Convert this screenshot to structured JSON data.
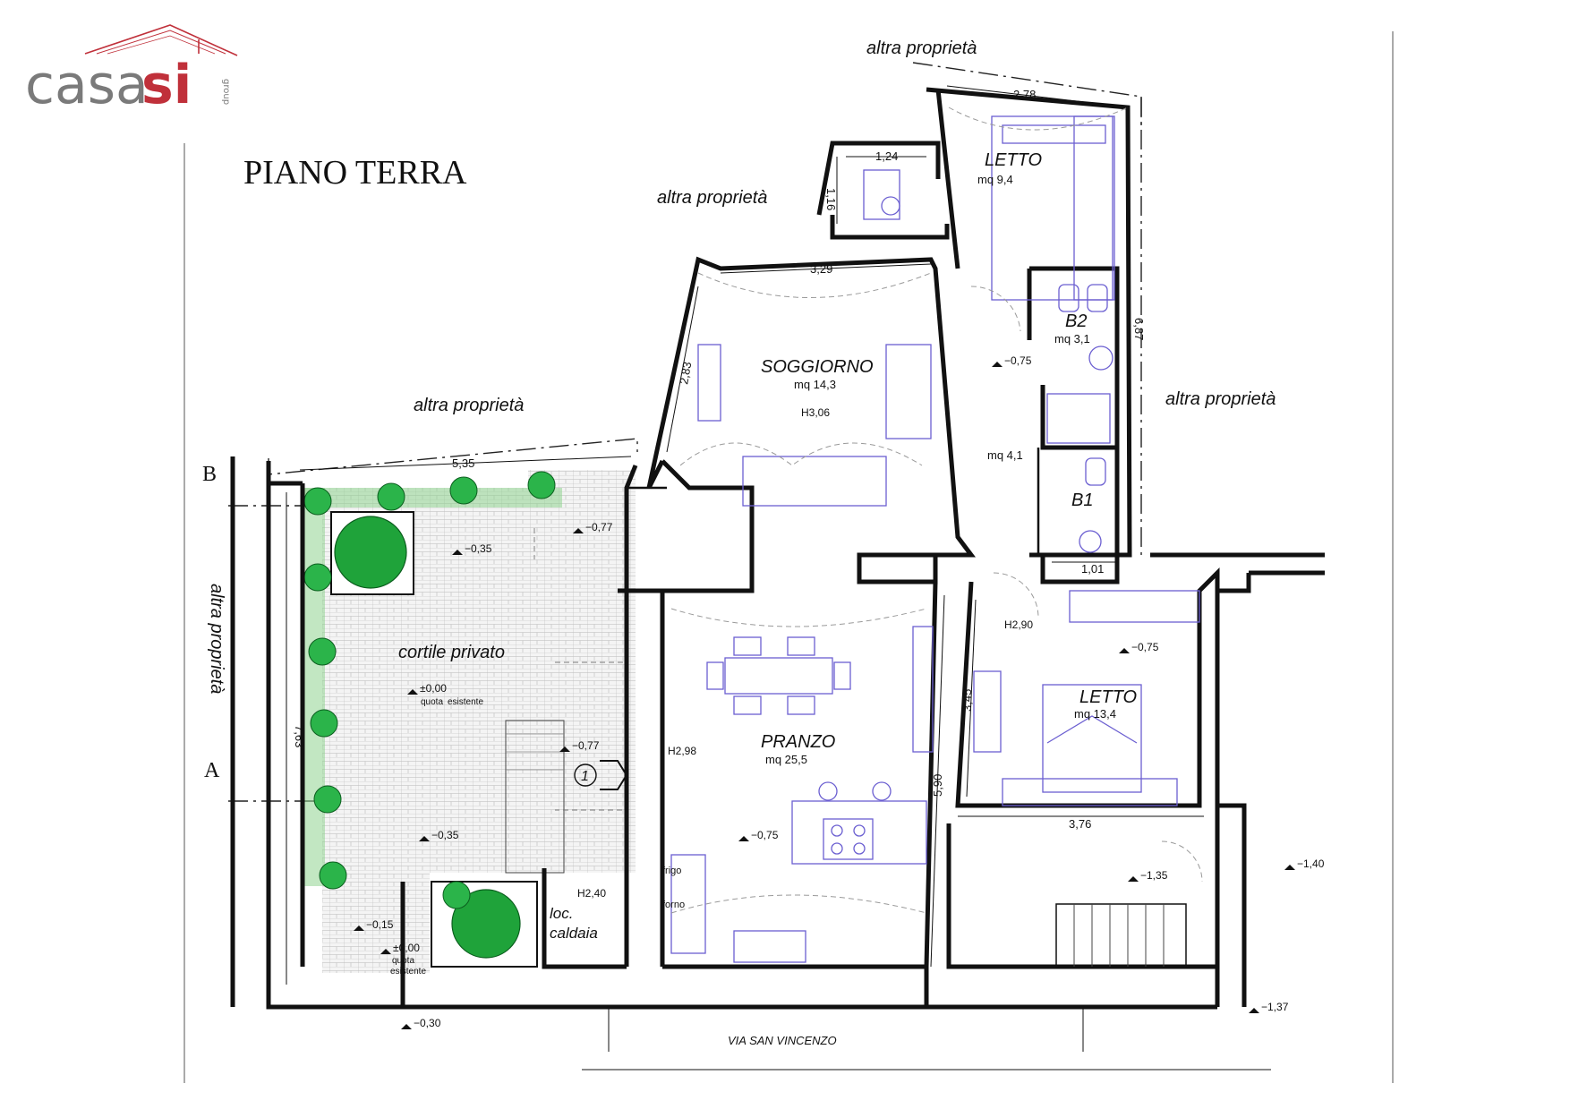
{
  "logo": {
    "part1": "casa",
    "part2": "si",
    "tag": "group",
    "brand_gray": "#7a7a7a",
    "brand_red": "#c0303a"
  },
  "plan_title": "PIANO  TERRA",
  "neighbours": {
    "top": "altra proprietà",
    "top_left": "altra proprietà",
    "mid_left": "altra proprietà",
    "right": "altra proprietà",
    "left_vertical": "altra proprietà"
  },
  "street": "VIA SAN VINCENZO",
  "section_marks": {
    "b": "B",
    "a": "A",
    "view_number": "1"
  },
  "rooms": {
    "letto_top": {
      "name": "LETTO",
      "area": "mq  9,4"
    },
    "b2": {
      "name": "B2",
      "area": "mq  3,1"
    },
    "soggiorno": {
      "name": "SOGGIORNO",
      "area": "mq  14,3",
      "height": "H3,06"
    },
    "corridor": {
      "area": "mq  4,1"
    },
    "b1": {
      "name": "B1"
    },
    "cortile": {
      "name": "cortile privato"
    },
    "pranzo": {
      "name": "PRANZO",
      "area": "mq  25,5",
      "height": "H2,98"
    },
    "letto_right": {
      "name": "LETTO",
      "area": "mq  13,4",
      "height": "H2,90"
    },
    "caldaia": {
      "line1": "loc.",
      "line2": "caldaia",
      "height": "H2,40"
    },
    "kitchen": {
      "frigo": "frigo",
      "forno": "forno"
    }
  },
  "dimensions": {
    "letto_width": "2,78",
    "small_width": "1,24",
    "small_depth": "1,16",
    "soggiorno_width": "3,29",
    "soggiorno_depth": "2,83",
    "right_depth": "6,87",
    "bath_width": "1,01",
    "cortile_width": "5,35",
    "cortile_depth": "7,63",
    "pranzo_depth": "5,90",
    "letto_depth": "3,45",
    "stair_width": "3,76"
  },
  "levels": {
    "l1": "−0,77",
    "l2": "−0,35",
    "l3": "±0,00",
    "l3_note1": "quota",
    "l3_note2": "esistente",
    "l4": "−0,77",
    "l5": "−0,35",
    "l6": "−0,15",
    "l7": "±0,00",
    "l7_note1": "quota",
    "l7_note2": "esistente",
    "l8": "−0,30",
    "l9": "−0,75",
    "l10": "−0,75",
    "l11": "−0,75",
    "l12": "−1,35",
    "l13": "−1,40",
    "l14": "−1,37"
  }
}
